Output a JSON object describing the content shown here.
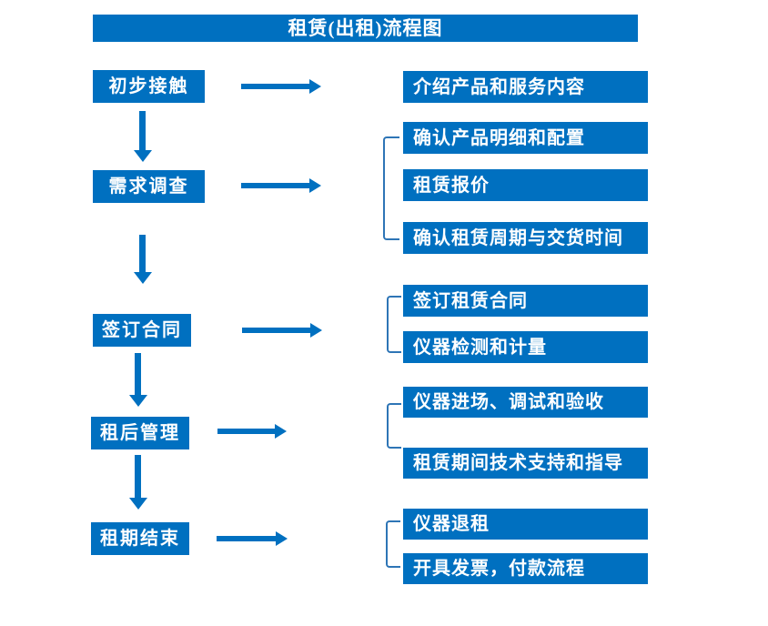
{
  "title": "租赁(出租)流程图",
  "colors": {
    "primary_blue": "#0070C0",
    "bracket_blue": "#2E75B6",
    "text": "#FFFFFF",
    "background": "#FFFFFF"
  },
  "steps": [
    {
      "label": "初步接触",
      "details": [
        "介绍产品和服务内容"
      ]
    },
    {
      "label": "需求调查",
      "details": [
        "确认产品明细和配置",
        "租赁报价",
        "确认租赁周期与交货时间"
      ]
    },
    {
      "label": "签订合同",
      "details": [
        "签订租赁合同",
        "仪器检测和计量"
      ]
    },
    {
      "label": "租后管理",
      "details": [
        "仪器进场、调试和验收",
        "租赁期间技术支持和指导"
      ]
    },
    {
      "label": "租期结束",
      "details": [
        "仪器退租",
        "开具发票，付款流程"
      ]
    }
  ]
}
